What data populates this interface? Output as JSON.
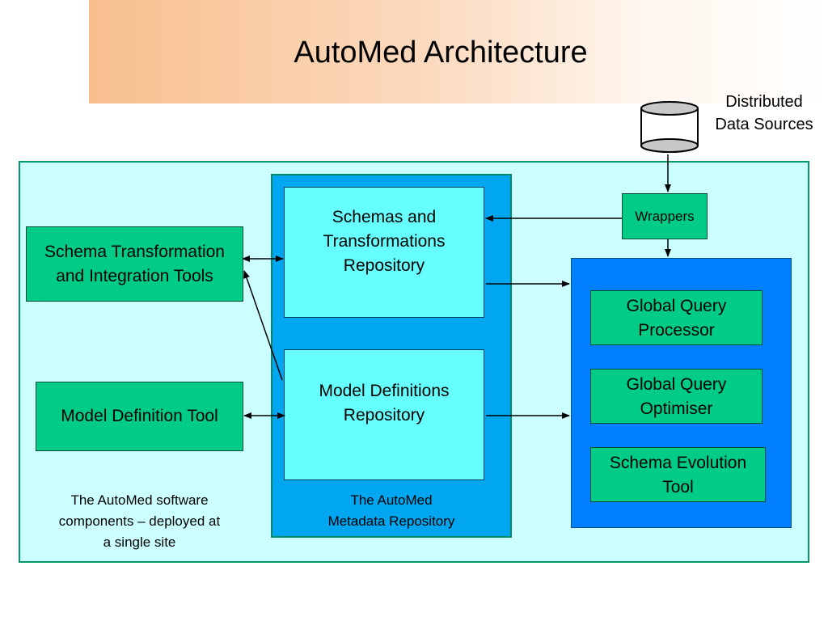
{
  "title": "AutoMed Architecture",
  "distributed_sources_label": "Distributed\nData Sources",
  "wrappers_label": "Wrappers",
  "schema_tools_label": "Schema Transformation\nand Integration Tools",
  "model_definition_tool_label": "Model Definition Tool",
  "schemas_repo_label": "Schemas and\nTransformations\nRepository",
  "model_defs_repo_label": "Model Definitions\nRepository",
  "metadata_repo_caption": "The AutoMed\nMetadata Repository",
  "software_components_caption": "The AutoMed software\ncomponents – deployed at\na single site",
  "global_query_processor_label": "Global Query\nProcessor",
  "global_query_optimiser_label": "Global Query\nOptimiser",
  "schema_evolution_tool_label": "Schema Evolution\nTool",
  "colors": {
    "outer_fill": "#ccffff",
    "outer_border": "#009966",
    "repo_fill": "#00a6ef",
    "query_panel_fill": "#0080ff",
    "repo_box_fill": "#66ffff",
    "tool_fill": "#00cc88"
  }
}
